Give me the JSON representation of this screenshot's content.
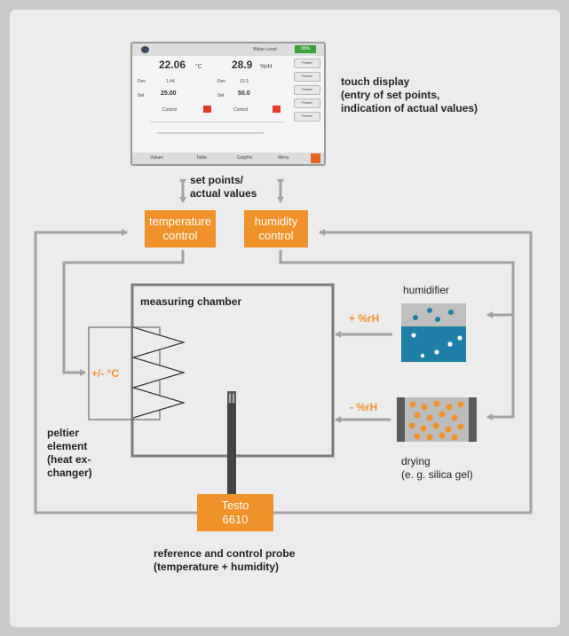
{
  "screen": {
    "water_level_label": "Water Level:",
    "water_level_value": "95%",
    "temp_value": "22.06",
    "temp_unit": "°C",
    "hum_value": "28.9",
    "hum_unit": "%rH",
    "dev_label": "Dev",
    "dev_temp": "1.44",
    "dev_hum": "13.3",
    "set_label": "Set",
    "set_temp": "25.00",
    "set_hum": "50.0",
    "control_label": "Control",
    "menu": [
      "Values",
      "Table",
      "Graphic",
      "Menu"
    ],
    "presets": [
      "Preset",
      "Preset",
      "Preset",
      "Preset",
      "Preset"
    ]
  },
  "labels": {
    "touch_display": "touch display",
    "touch_display_sub1": "(entry of set points,",
    "touch_display_sub2": "indication of actual values)",
    "set_points_1": "set points/",
    "set_points_2": "actual values",
    "temp_control_1": "temperature",
    "temp_control_2": "control",
    "hum_control_1": "humidity",
    "hum_control_2": "control",
    "measuring_chamber": "measuring chamber",
    "humidifier": "humidifier",
    "plus_rh": "+ %rH",
    "minus_rh": "- %rH",
    "plus_minus_c": "+/- °C",
    "peltier_1": "peltier",
    "peltier_2": "element",
    "peltier_3": "(heat ex-",
    "peltier_4": "changer)",
    "drying_1": "drying",
    "drying_2": "(e. g. silica gel)",
    "testo_1": "Testo",
    "testo_2": "6610",
    "probe_1": "reference and control probe",
    "probe_2": "(temperature + humidity)"
  },
  "colors": {
    "accent": "#f0922a",
    "water": "#1f7fa6",
    "line": "#a2a2a2"
  }
}
